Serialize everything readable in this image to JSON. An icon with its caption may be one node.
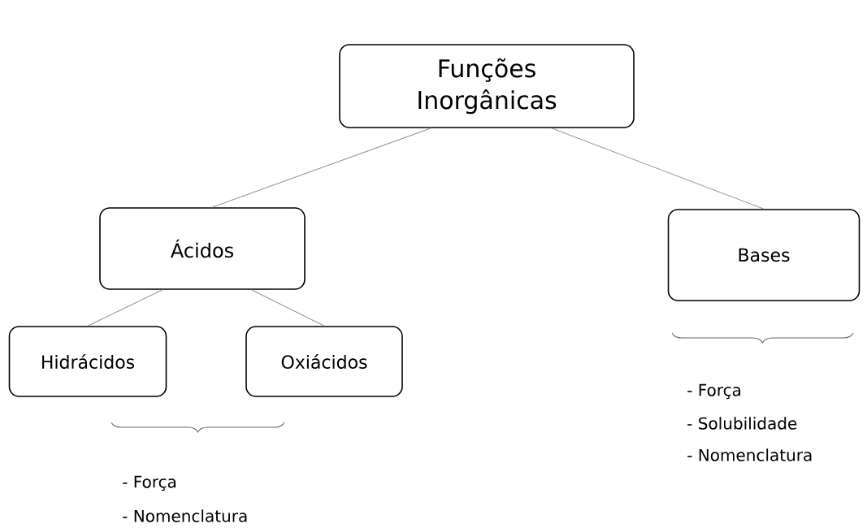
{
  "diagram": {
    "nodes": [
      {
        "text": [
          "Funções Inorgânicas"
        ]
      },
      {
        "text": [
          "Ácidos"
        ]
      },
      {
        "text": [
          "Bases"
        ]
      },
      {
        "text": [
          "Hidrácidos"
        ]
      },
      {
        "text": [
          "Oxiácidos"
        ]
      }
    ],
    "edges": [
      {
        "from": 0,
        "to": 1,
        "arrow": "none"
      },
      {
        "from": 0,
        "to": 2,
        "arrow": "none"
      },
      {
        "from": 1,
        "to": 3,
        "arrow": "none"
      },
      {
        "from": 1,
        "to": 4,
        "arrow": "none"
      }
    ],
    "labels": [
      "- Força",
      "- Solubilidade",
      "- Nomenclatura",
      "- Força",
      "- Nomenclatura"
    ]
  }
}
